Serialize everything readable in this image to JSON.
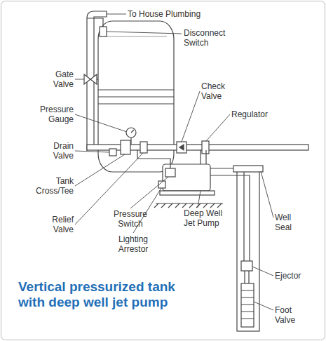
{
  "diagram": {
    "title": "Vertical pressurized tank with deep well jet pump",
    "labels": [
      "To House Plumbing",
      "Disconnect Switch",
      "Gate Valve",
      "Pressure Gauge",
      "Check Valve",
      "Regulator",
      "Drain Valve",
      "Tank Cross/Tee",
      "Relief Valve",
      "Pressure Switch",
      "Deep Well Jet Pump",
      "Lighting Arrestor",
      "Well Seal",
      "Ejector",
      "Foot Valve"
    ]
  }
}
